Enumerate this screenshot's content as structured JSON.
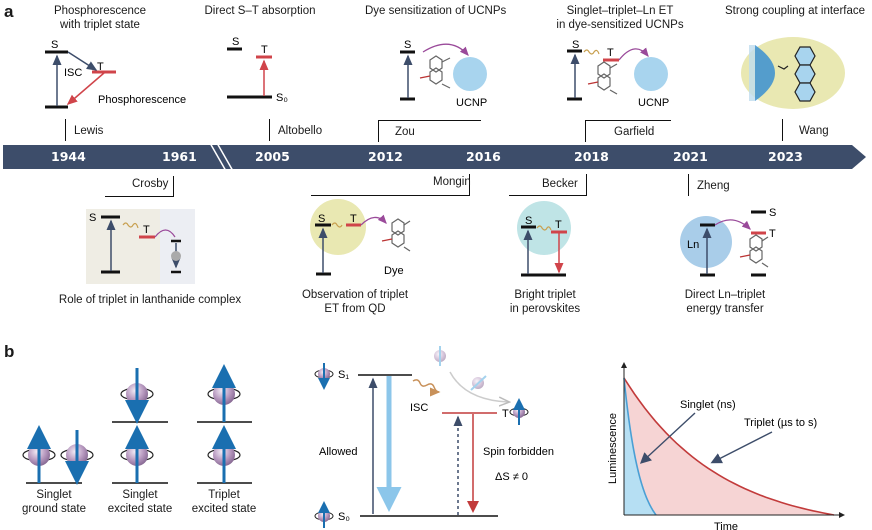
{
  "panel_a": {
    "label": "a",
    "timeline": {
      "color": "#3d4d6a",
      "years": [
        "1944",
        "1961",
        "2005",
        "2012",
        "2016",
        "2018",
        "2021",
        "2023"
      ],
      "break_marker": "//"
    },
    "top_events": [
      {
        "title_line1": "Phosphorescence",
        "title_line2": "with triplet state",
        "author": "Lewis",
        "levels": {
          "s": "S",
          "t": "T"
        },
        "labels": {
          "isc": "ISC",
          "phos": "Phosphorescence"
        }
      },
      {
        "title_line1": "Direct S–T absorption",
        "author": "Altobello",
        "levels": {
          "s": "S",
          "t": "T",
          "s0": "S₀"
        }
      },
      {
        "title_line1": "Dye sensitization of UCNPs",
        "author": "Zou",
        "levels": {
          "s": "S"
        },
        "labels": {
          "ucnp": "UCNP"
        }
      },
      {
        "title_line1": "Singlet–triplet–Ln ET",
        "title_line2": "in dye-sensitized UCNPs",
        "author": "Garfield",
        "levels": {
          "s": "S",
          "t": "T"
        },
        "labels": {
          "ucnp": "UCNP"
        }
      },
      {
        "title_line1": "Strong coupling at interface",
        "author": "Wang"
      }
    ],
    "bottom_events": [
      {
        "author": "Crosby",
        "caption_line1": "Role of triplet in lanthanide complex",
        "levels": {
          "s": "S",
          "t": "T"
        }
      },
      {
        "author": "Mongin",
        "caption_line1": "Observation of triplet",
        "caption_line2": "ET from QD",
        "levels": {
          "s": "S",
          "t": "T"
        },
        "labels": {
          "dye": "Dye"
        }
      },
      {
        "author": "Becker",
        "caption_line1": "Bright triplet",
        "caption_line2": "in perovskites",
        "levels": {
          "s": "S",
          "t": "T"
        }
      },
      {
        "author": "Zheng",
        "caption_line1": "Direct Ln–triplet",
        "caption_line2": "energy transfer",
        "levels": {
          "s": "S",
          "t": "T"
        },
        "labels": {
          "ln": "Ln"
        }
      }
    ]
  },
  "panel_b": {
    "label": "b",
    "spin_states": [
      {
        "line1": "Singlet",
        "line2": "ground state"
      },
      {
        "line1": "Singlet",
        "line2": "excited state"
      },
      {
        "line1": "Triplet",
        "line2": "excited state"
      }
    ],
    "jablonski": {
      "s1": "S₁",
      "s0": "S₀",
      "t": "T",
      "isc": "ISC",
      "allowed": "Allowed",
      "forbidden": "Spin forbidden",
      "delta": "ΔS ≠ 0"
    },
    "decay_plot": {
      "ylabel": "Luminescence",
      "xlabel": "Time",
      "singlet_label": "Singlet (ns)",
      "triplet_label": "Triplet (µs to s)",
      "singlet_color": "#4a9fd4",
      "triplet_color": "#c23b3b"
    }
  }
}
